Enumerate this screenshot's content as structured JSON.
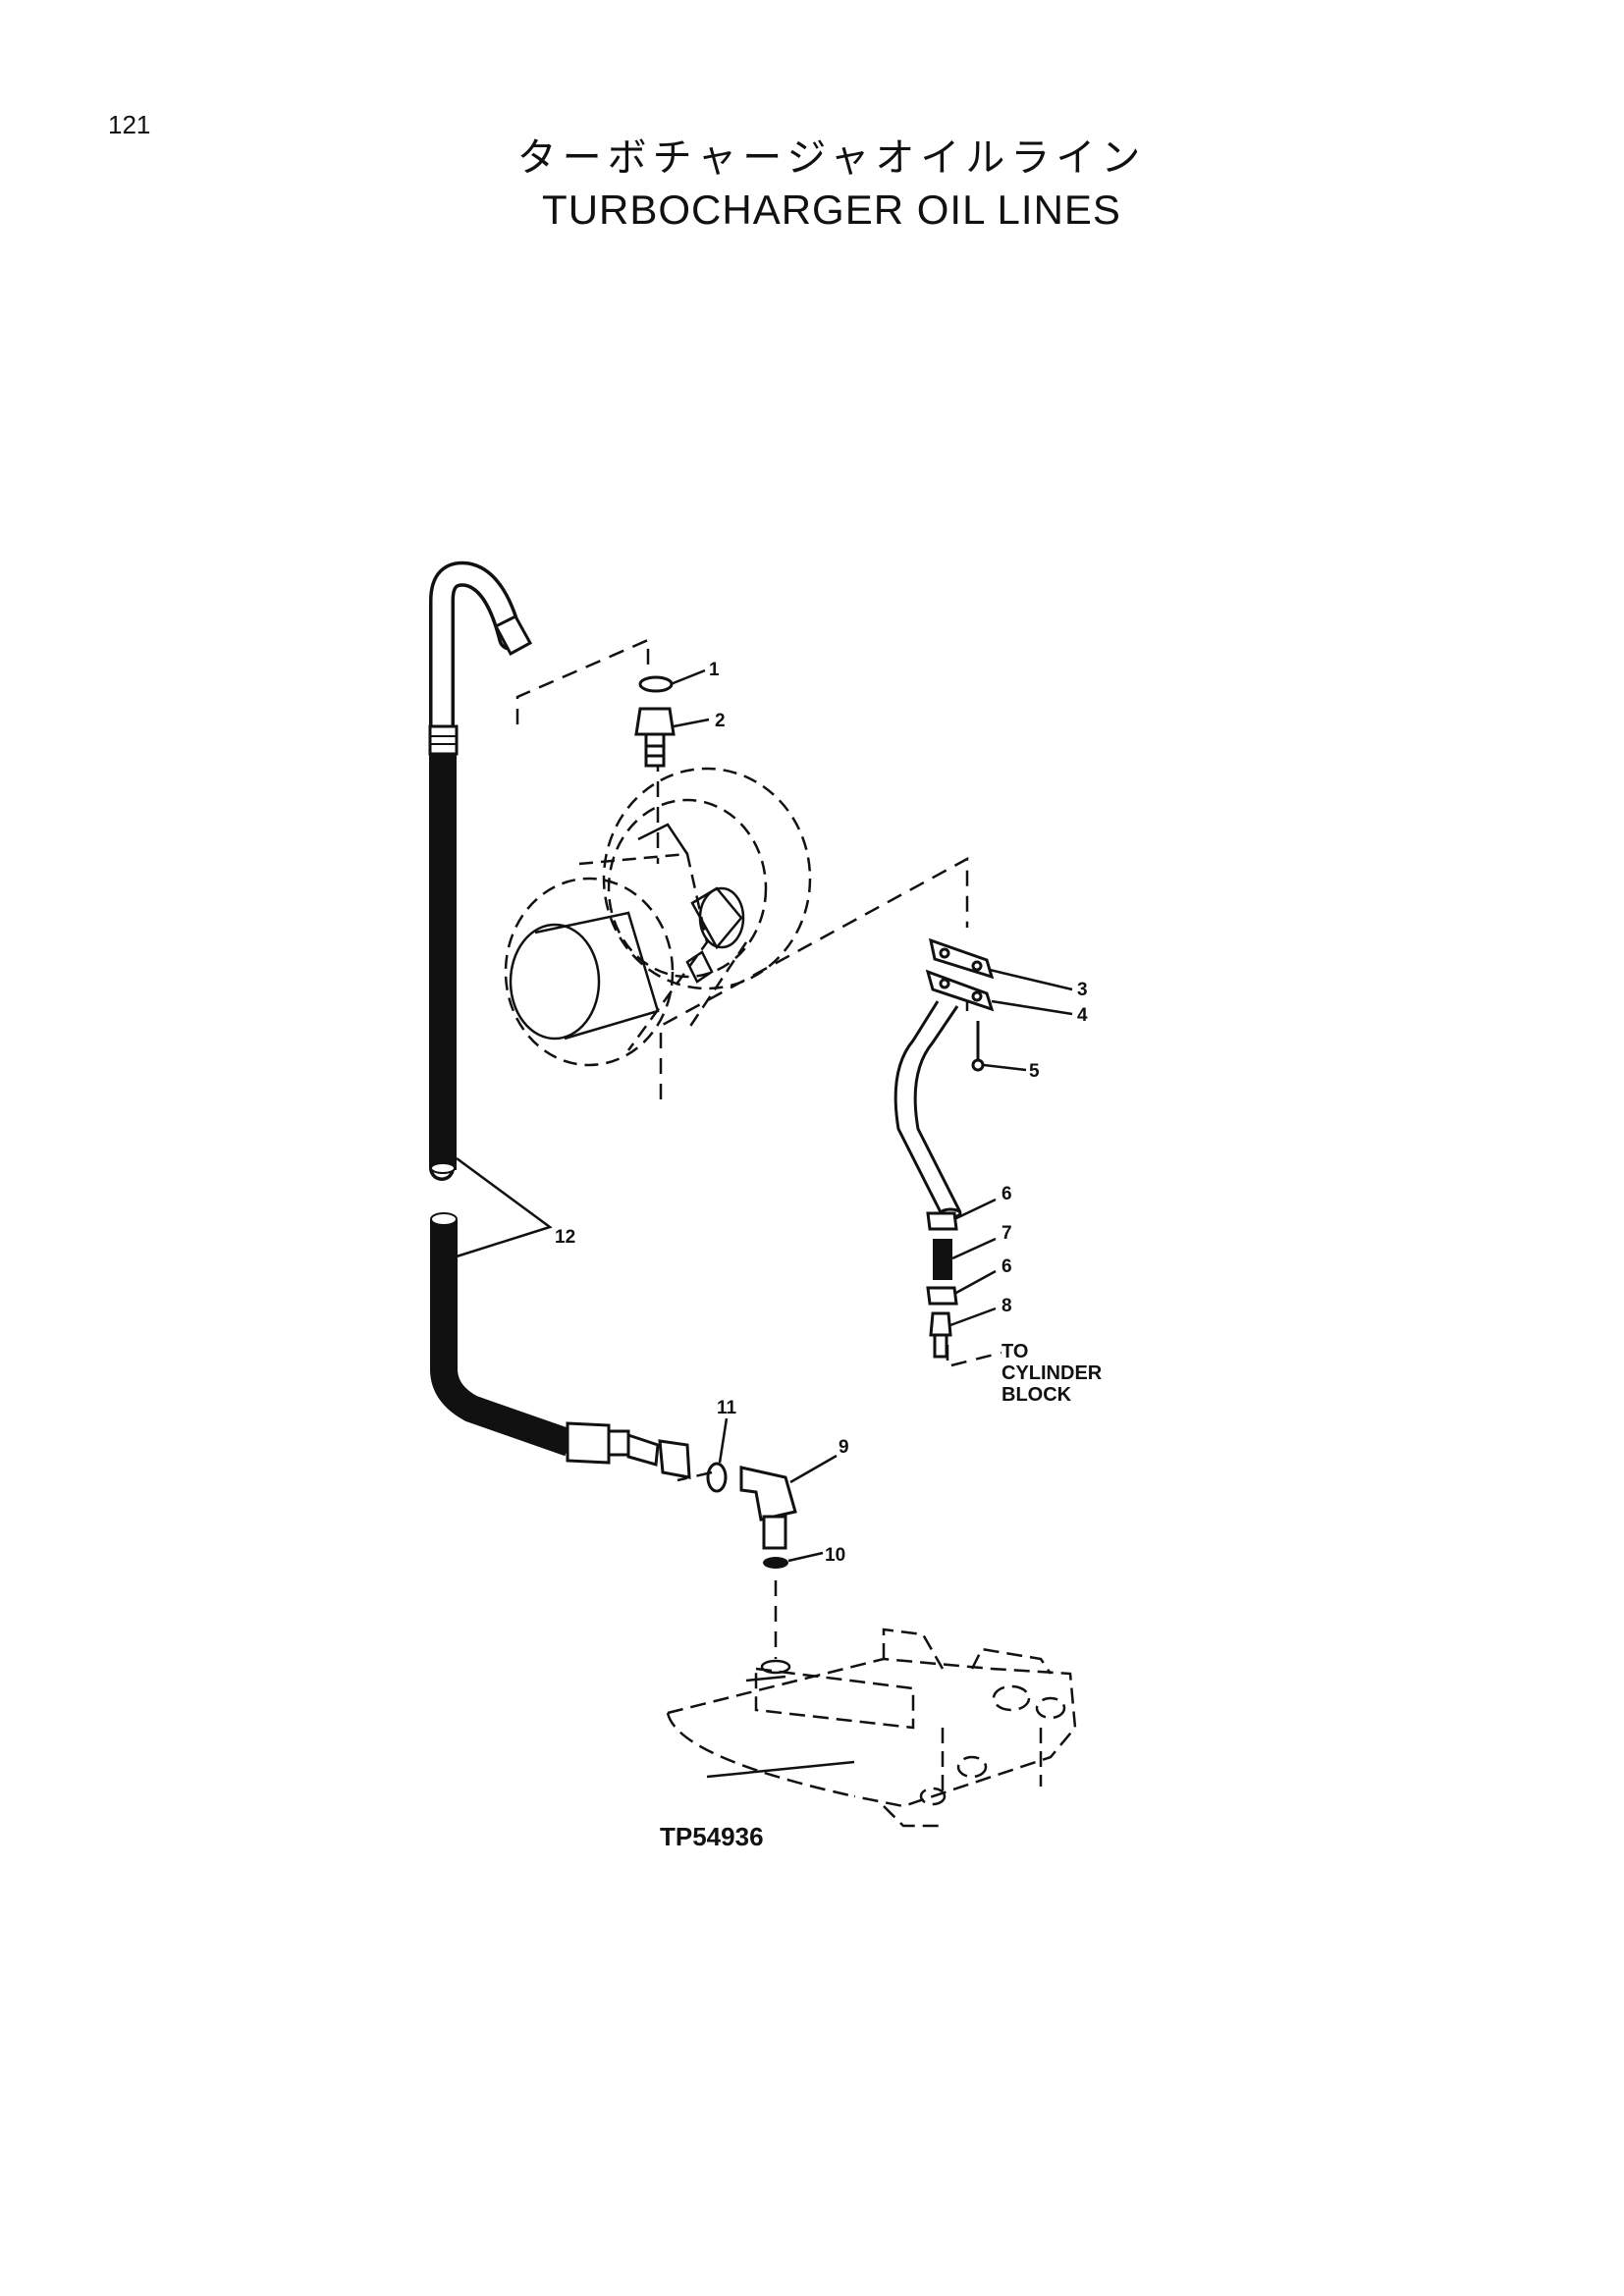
{
  "page": {
    "number": "121",
    "title_jp": "ターボチャージャオイルライン",
    "title_en": "TURBOCHARGER OIL LINES"
  },
  "diagram": {
    "figure_id": "TP54936",
    "note_lines": [
      "TO",
      "CYLINDER",
      "BLOCK"
    ],
    "callouts": [
      "1",
      "2",
      "3",
      "4",
      "5",
      "6",
      "7",
      "6",
      "8",
      "11",
      "9",
      "10",
      "12"
    ]
  }
}
